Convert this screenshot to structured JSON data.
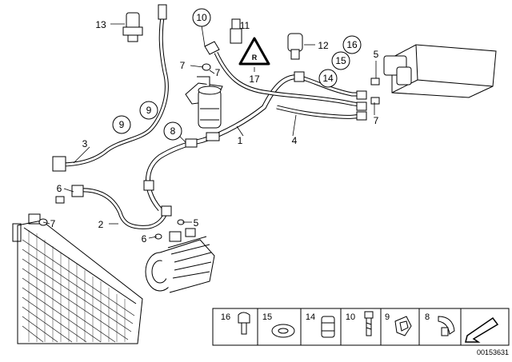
{
  "callouts": {
    "c1": "1",
    "c2": "2",
    "c3": "3",
    "c4": "4",
    "c5a": "5",
    "c5b": "5",
    "c6a": "6",
    "c6b": "6",
    "c7a": "7",
    "c7b": "7",
    "c7c": "7",
    "c7d": "7",
    "c8": "8",
    "c9a": "9",
    "c9b": "9",
    "c10": "10",
    "c11": "11",
    "c12": "12",
    "c13": "13",
    "c14": "14",
    "c15": "15",
    "c16": "16",
    "c17": "17"
  },
  "legend": {
    "l16": "16",
    "l15": "15",
    "l14": "14",
    "l10": "10",
    "l9": "9",
    "l8": "8"
  },
  "doc_id": "00153631",
  "colors": {
    "line": "#000000",
    "background": "#ffffff"
  }
}
